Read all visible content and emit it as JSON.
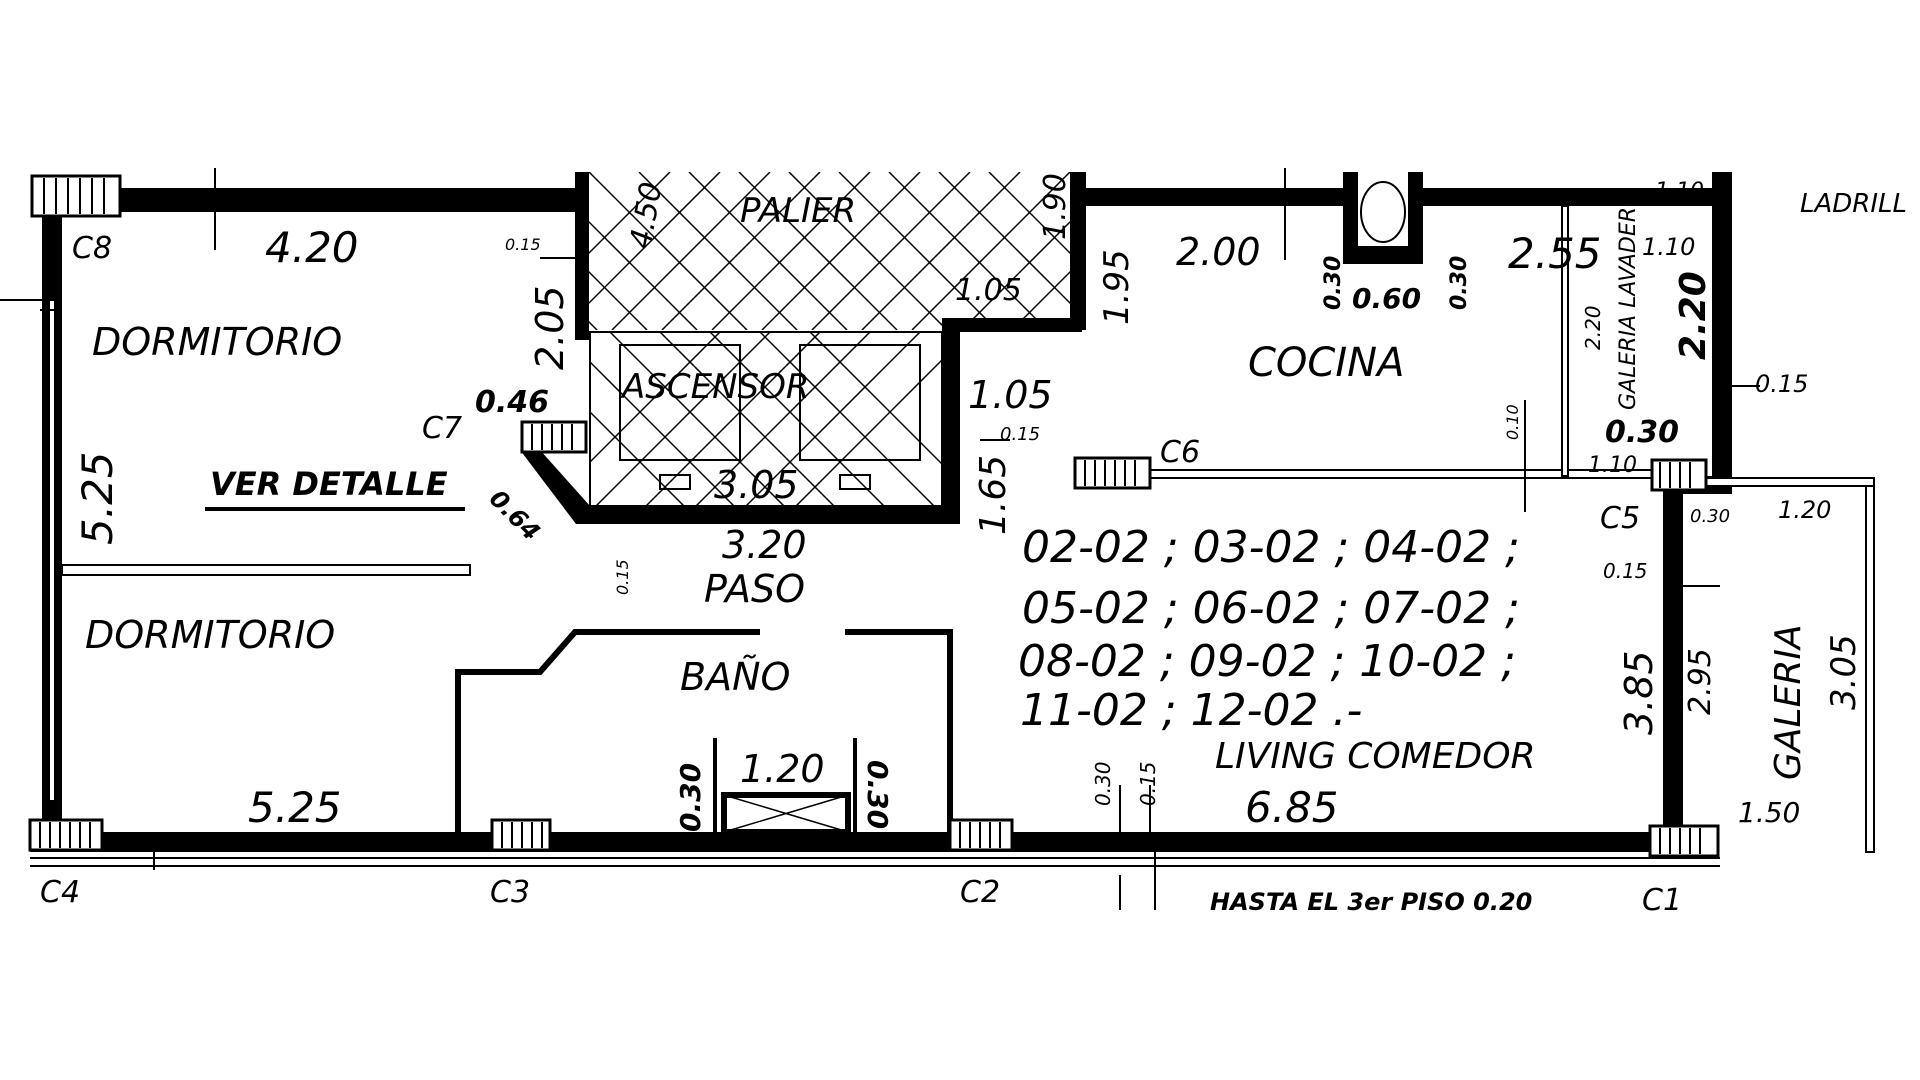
{
  "colors": {
    "ink": "#000000",
    "paper": "#ffffff"
  },
  "rooms": {
    "dormitorio_top": "DORMITORIO",
    "dormitorio_bottom": "DORMITORIO",
    "palier": "PALIER",
    "ascensor": "ASCENSOR",
    "cocina": "COCINA",
    "paso": "PASO",
    "bano": "BAÑO",
    "living_comedor": "LIVING COMEDOR",
    "galeria": "GALERIA",
    "galeria_lavadero": "GALERIA LAVADERO"
  },
  "notes": {
    "ver_detalle": "VER DETALLE",
    "units_line1": "02-02 ; 03-02 ; 04-02 ;",
    "units_line2": "05-02 ; 06-02 ; 07-02 ;",
    "units_line3": "08-02 ; 09-02 ; 10-02 ;",
    "units_line4": "11-02 ; 12-02 .-",
    "hasta": "HASTA EL 3er PISO 0.20",
    "ladrillo": "LADRILL"
  },
  "columns": {
    "c1": "C1",
    "c2": "C2",
    "c3": "C3",
    "c4": "C4",
    "c5": "C5",
    "c6": "C6",
    "c7": "C7",
    "c8": "C8"
  },
  "dimensions": {
    "d_4_20": "4.20",
    "d_5_25_left": "5.25",
    "d_5_25_bottom": "5.25",
    "d_2_05": "2.05",
    "d_0_46": "0.46",
    "d_0_64": "0.64",
    "d_0_15_a": "0.15",
    "d_0_15_b": "0.15",
    "d_0_15_c": "0.15",
    "d_0_15_d": "0.15",
    "d_0_15_e": "0.15",
    "d_0_15_f": "0.15",
    "d_3_05": "3.05",
    "d_3_20": "3.20",
    "d_1_65": "1.65",
    "d_1_05_a": "1.05",
    "d_1_05_b": "1.05",
    "d_1_95": "1.95",
    "d_2_00": "2.00",
    "d_0_30_a": "0.30",
    "d_0_30_b": "0.30",
    "d_0_60": "0.60",
    "d_2_55": "2.55",
    "d_1_10_a": "1.10",
    "d_1_10_b": "1.10",
    "d_1_10_c": "1.10",
    "d_2_20_a": "2.20",
    "d_2_20_b": "2.20",
    "d_0_30_c": "0.30",
    "d_0_10": "0.10",
    "d_0_30_d": "0.30",
    "d_1_20_gal": "1.20",
    "d_3_85": "3.85",
    "d_2_95": "2.95",
    "d_3_05_gal": "3.05",
    "d_1_50": "1.50",
    "d_1_20_bano": "1.20",
    "d_0_30_bano_l": "0.30",
    "d_0_30_bano_r": "0.30",
    "d_0_30_e": "0.30",
    "d_6_85": "6.85",
    "d_4_50": "4.50",
    "d_1_90": "1.90"
  }
}
